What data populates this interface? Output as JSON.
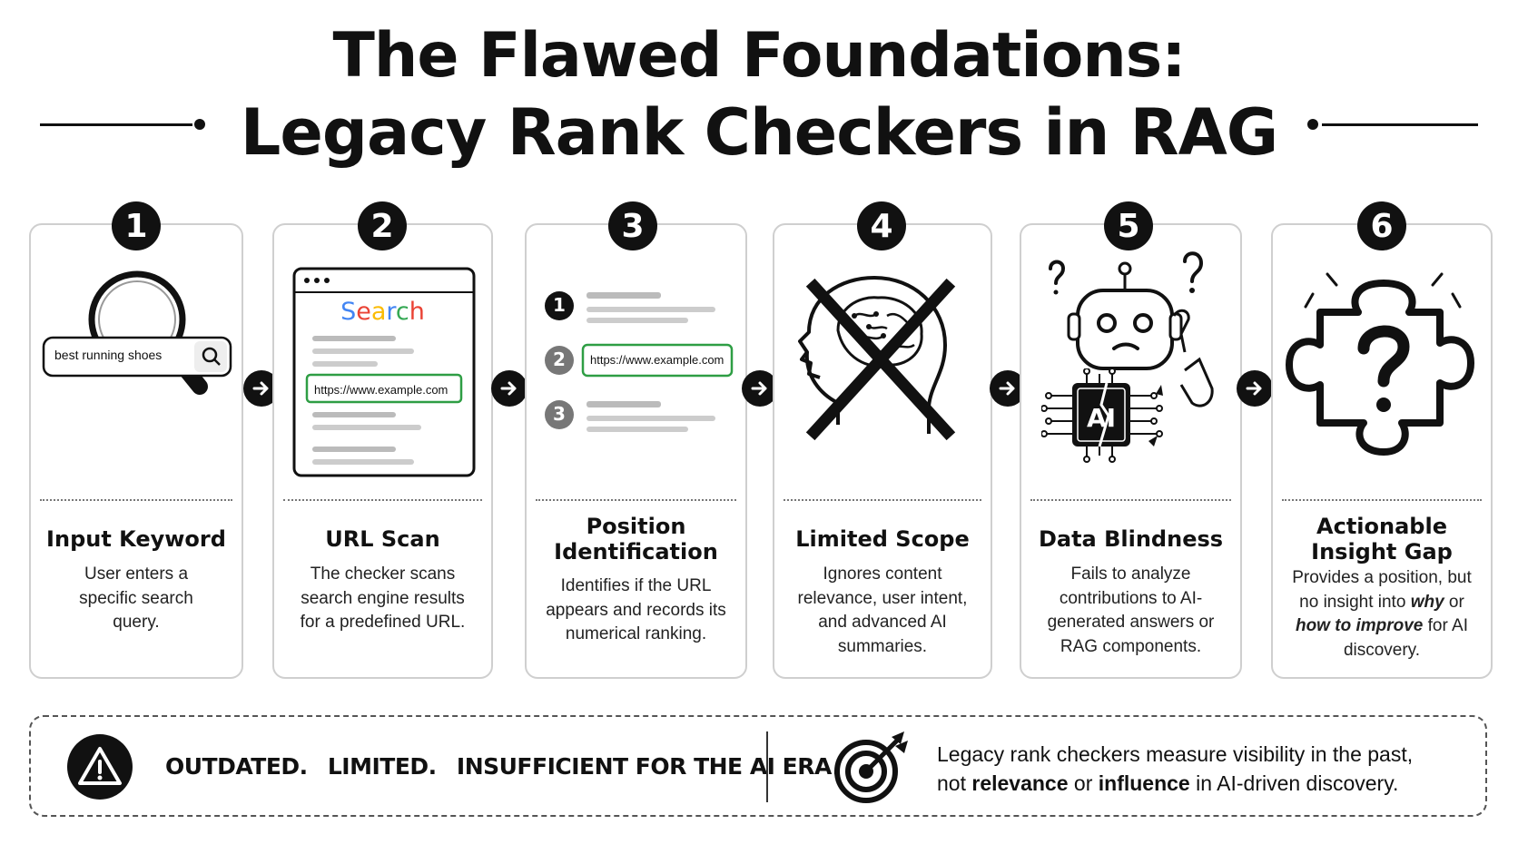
{
  "title": {
    "line1": "The Flawed Foundations:",
    "line2": "Legacy Rank Checkers in RAG"
  },
  "steps": [
    {
      "number": "1",
      "title": "Input Keyword",
      "desc": "User enters a specific search query.",
      "search_text": "best running shoes",
      "icons": [
        "magnifying-glass-icon",
        "search-icon"
      ]
    },
    {
      "number": "2",
      "title": "URL Scan",
      "desc": "The checker scans search engine results for a predefined URL.",
      "logo_text": "Search",
      "url": "https://www.example.com",
      "icons": [
        "browser-window-icon"
      ]
    },
    {
      "number": "3",
      "title_line1": "Position",
      "title_line2": "Identification",
      "desc": "Identifies if the URL appears and records its numerical ranking.",
      "rank_labels": [
        "1",
        "2",
        "3"
      ],
      "url": "https://www.example.com",
      "icons": [
        "ranked-list-icon"
      ]
    },
    {
      "number": "4",
      "title": "Limited Scope",
      "desc": "Ignores content relevance, user intent, and advanced AI summaries.",
      "icons": [
        "crossed-out-brain-head-icon"
      ]
    },
    {
      "number": "5",
      "title": "Data Blindness",
      "desc": "Fails to analyze contributions to AI-generated answers or RAG components.",
      "chip_text": "AI",
      "icons": [
        "confused-robot-icon",
        "ai-chip-icon"
      ]
    },
    {
      "number": "6",
      "title_line1": "Actionable",
      "title_line2": "Insight Gap",
      "desc_part1": "Provides a position, but no insight into ",
      "desc_em1": "why",
      "desc_part2": " or ",
      "desc_em2": "how to improve",
      "desc_part3": " for AI discovery.",
      "icons": [
        "puzzle-question-icon"
      ]
    }
  ],
  "footer": {
    "warning_words": [
      "OUTDATED.",
      "LIMITED.",
      "INSUFFICIENT FOR THE AI ERA."
    ],
    "note_line1": "Legacy rank checkers measure visibility in the past,",
    "note_l2_a": "not ",
    "note_l2_b": "relevance",
    "note_l2_c": " or ",
    "note_l2_d": "influence",
    "note_l2_e": " in AI-driven discovery.",
    "icons": [
      "warning-triangle-icon",
      "target-icon"
    ]
  },
  "colors": {
    "ink": "#111111",
    "card_border": "#cfcfcf",
    "url_border": "#2e9e44"
  }
}
